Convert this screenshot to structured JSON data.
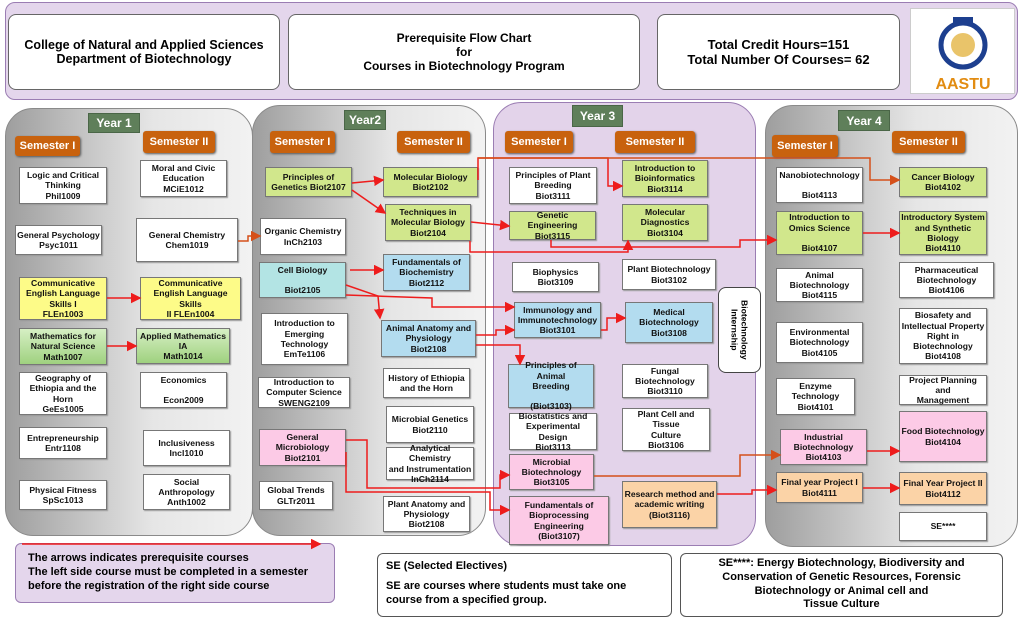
{
  "header": {
    "college": "College of Natural and Applied Sciences\nDepartment of Biotechnology",
    "title": "Prerequisite Flow Chart\nfor\nCourses in Biotechnology Program",
    "totals": "Total Credit Hours=151\nTotal Number Of Courses= 62",
    "logo_text": "AASTU"
  },
  "years": [
    {
      "label": "Year 1"
    },
    {
      "label": "Year2"
    },
    {
      "label": "Year 3"
    },
    {
      "label": "Year 4"
    }
  ],
  "semester_labels": {
    "s1": "Semester I",
    "s2": "Semester II"
  },
  "colors": {
    "semester": "#c8620e",
    "year": "#5f7f5a",
    "arrow": "#ee1c1c",
    "panel_year3": "#e3d3ea"
  },
  "courses": [
    {
      "id": "phil1009",
      "text": "Logic and Critical\nThinking\nPhil1009",
      "color": "white"
    },
    {
      "id": "psyc1011",
      "text": "General Psychology\nPsyc1011",
      "color": "white"
    },
    {
      "id": "flen1003",
      "text": "Communicative\nEnglish Language\nSkills I\nFLEn1003",
      "color": "yellow"
    },
    {
      "id": "math1007",
      "text": "Mathematics for\nNatural Science\nMath1007",
      "color": "mgreen"
    },
    {
      "id": "gees1005",
      "text": "Geography of\nEthiopia and the\nHorn\nGeEs1005",
      "color": "white"
    },
    {
      "id": "entr1108",
      "text": "Entrepreneurship\nEntr1108",
      "color": "white"
    },
    {
      "id": "spsc1013",
      "text": "Physical Fitness\nSpSc1013",
      "color": "white"
    },
    {
      "id": "mcie1012",
      "text": "Moral and Civic\nEducation\nMCiE1012",
      "color": "white"
    },
    {
      "id": "chem1019",
      "text": "General Chemistry\nChem1019",
      "color": "white"
    },
    {
      "id": "flen1004",
      "text": "Communicative\nEnglish Language Skills\nII FLEn1004",
      "color": "yellow"
    },
    {
      "id": "math1014",
      "text": "Applied Mathematics\nIA\nMath1014",
      "color": "mgreen"
    },
    {
      "id": "econ2009",
      "text": "Economics\n\nEcon2009",
      "color": "white"
    },
    {
      "id": "incl1010",
      "text": "Inclusiveness\nIncl1010",
      "color": "white"
    },
    {
      "id": "anth1002",
      "text": "Social Anthropology\nAnth1002",
      "color": "white"
    },
    {
      "id": "biot2107",
      "text": "Principles of\nGenetics Biot2107",
      "color": "green"
    },
    {
      "id": "inch2103",
      "text": "Organic Chemistry\nInCh2103",
      "color": "white"
    },
    {
      "id": "biot2105",
      "text": "Cell Biology\n\nBiot2105",
      "color": "cyan"
    },
    {
      "id": "emte1106",
      "text": "Introduction to\nEmerging\nTechnology\nEmTe1106",
      "color": "white"
    },
    {
      "id": "sweng2109",
      "text": "Introduction to\nComputer Science\nSWENG2109",
      "color": "white"
    },
    {
      "id": "biot2101",
      "text": "General\nMicrobiology\nBiot2101",
      "color": "pink"
    },
    {
      "id": "gltr2011",
      "text": "Global Trends\nGLTr2011",
      "color": "white"
    },
    {
      "id": "biot2102",
      "text": "Molecular Biology\nBiot2102",
      "color": "green"
    },
    {
      "id": "biot2104",
      "text": "Techniques in\nMolecular Biology\nBiot2104",
      "color": "green"
    },
    {
      "id": "biot2112",
      "text": "Fundamentals of\nBiochemistry\nBiot2112",
      "color": "blue"
    },
    {
      "id": "biot2108a",
      "text": "Animal Anatomy and\nPhysiology\nBiot2108",
      "color": "blue"
    },
    {
      "id": "hist",
      "text": "History of Ethiopia\nand the Horn",
      "color": "white"
    },
    {
      "id": "biot2110",
      "text": "Microbial Genetics\nBiot2110",
      "color": "white"
    },
    {
      "id": "inch2114",
      "text": "Analytical Chemistry\nand Instrumentation\nInCh2114",
      "color": "white"
    },
    {
      "id": "biot2108p",
      "text": "Plant Anatomy and\nPhysiology\nBiot2108",
      "color": "white"
    },
    {
      "id": "biot3111",
      "text": "Principles of Plant\nBreeding\nBiot3111",
      "color": "white"
    },
    {
      "id": "biot3115",
      "text": "Genetic Engineering\nBiot3115",
      "color": "green"
    },
    {
      "id": "biot3109",
      "text": "Biophysics\nBiot3109",
      "color": "white"
    },
    {
      "id": "biot3101",
      "text": "Immunology and\nImmunotechnology\nBiot3101",
      "color": "blue"
    },
    {
      "id": "biot3103",
      "text": "Principles of Animal\nBreeding\n\n(Biot3103)",
      "color": "blue"
    },
    {
      "id": "biot3113",
      "text": "Biostatistics and\nExperimental Design\nBiot3113",
      "color": "white"
    },
    {
      "id": "biot3105",
      "text": "Microbial\nBiotechnology\nBiot3105",
      "color": "pink"
    },
    {
      "id": "biot3107",
      "text": "Fundamentals of\nBioprocessing\nEngineering\n(Biot3107)",
      "color": "pink"
    },
    {
      "id": "biot3114",
      "text": "Introduction to\nBioinformatics\nBiot3114",
      "color": "green"
    },
    {
      "id": "biot3104",
      "text": "Molecular\nDiagnostics\nBiot3104",
      "color": "green"
    },
    {
      "id": "biot3102",
      "text": "Plant Biotechnology\nBiot3102",
      "color": "white"
    },
    {
      "id": "biot3108",
      "text": "Medical\nBiotechnology\nBiot3108",
      "color": "blue"
    },
    {
      "id": "biot3110",
      "text": "Fungal\nBiotechnology\nBiot3110",
      "color": "white"
    },
    {
      "id": "biot3106",
      "text": "Plant Cell and Tissue\nCulture\nBiot3106",
      "color": "white"
    },
    {
      "id": "biot3116",
      "text": "Research method and\nacademic writing\n(Biot3116)",
      "color": "peach"
    },
    {
      "id": "biot4113",
      "text": "Nanobiotechnology\n\nBiot4113",
      "color": "white"
    },
    {
      "id": "biot4107",
      "text": "Introduction to\nOmics Science\n\nBiot4107",
      "color": "green"
    },
    {
      "id": "biot4115",
      "text": "Animal\nBiotechnology\nBiot4115",
      "color": "white"
    },
    {
      "id": "biot4105",
      "text": "Environmental\nBiotechnology\nBiot4105",
      "color": "white"
    },
    {
      "id": "biot4101",
      "text": "Enzyme\nTechnology\nBiot4101",
      "color": "white"
    },
    {
      "id": "biot4103",
      "text": "Industrial\nBiotechnology\nBiot4103",
      "color": "pink"
    },
    {
      "id": "biot4111",
      "text": "Final year Project I\nBiot4111",
      "color": "peach"
    },
    {
      "id": "biot4102",
      "text": "Cancer Biology\nBiot4102",
      "color": "green"
    },
    {
      "id": "biot4110",
      "text": "Introductory System\nand Synthetic\nBiology\nBiot4110",
      "color": "green"
    },
    {
      "id": "biot4106",
      "text": "Pharmaceutical\nBiotechnology\nBiot4106",
      "color": "white"
    },
    {
      "id": "biot4108",
      "text": "Biosafety and\nIntellectual Property\nRight in\nBiotechnology\nBiot4108",
      "color": "white"
    },
    {
      "id": "ppm",
      "text": "Project Planning and\nManagement",
      "color": "white"
    },
    {
      "id": "biot4104",
      "text": "Food Biotechnology\nBiot4104",
      "color": "pink"
    },
    {
      "id": "biot4112",
      "text": "Final Year Project II\nBiot4112",
      "color": "peach"
    },
    {
      "id": "se",
      "text": "SE****",
      "color": "white"
    }
  ],
  "internship": "Biotechnology\nInternship",
  "legend": {
    "text": "The arrows indicates prerequisite courses\nThe left side course must be completed in a semester\n before the registration  of the right side course"
  },
  "se_note": {
    "title": "SE (Selected Electives)",
    "body": "SE are courses where students must take one\ncourse  from a specified group."
  },
  "se_list": "SE****: Energy Biotechnology, Biodiversity and\nConservation of Genetic Resources, Forensic\nBiotechnology or Animal cell and\nTissue Culture"
}
